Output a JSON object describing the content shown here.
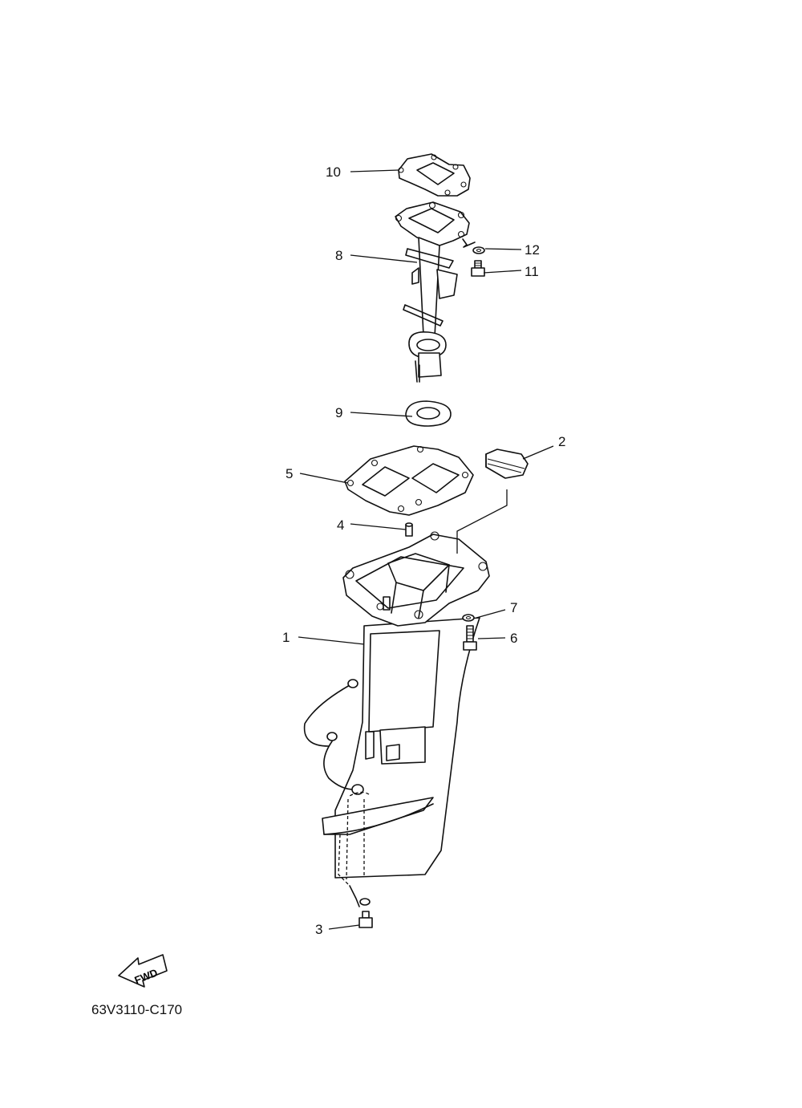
{
  "diagram": {
    "part_code": "63V3110-C170",
    "direction_label": "FWD",
    "callouts": [
      {
        "id": "1",
        "label": "1"
      },
      {
        "id": "2",
        "label": "2"
      },
      {
        "id": "3",
        "label": "3"
      },
      {
        "id": "4",
        "label": "4"
      },
      {
        "id": "5",
        "label": "5"
      },
      {
        "id": "6",
        "label": "6"
      },
      {
        "id": "7",
        "label": "7"
      },
      {
        "id": "8",
        "label": "8"
      },
      {
        "id": "9",
        "label": "9"
      },
      {
        "id": "10",
        "label": "10"
      },
      {
        "id": "11",
        "label": "11"
      },
      {
        "id": "12",
        "label": "12"
      }
    ]
  }
}
